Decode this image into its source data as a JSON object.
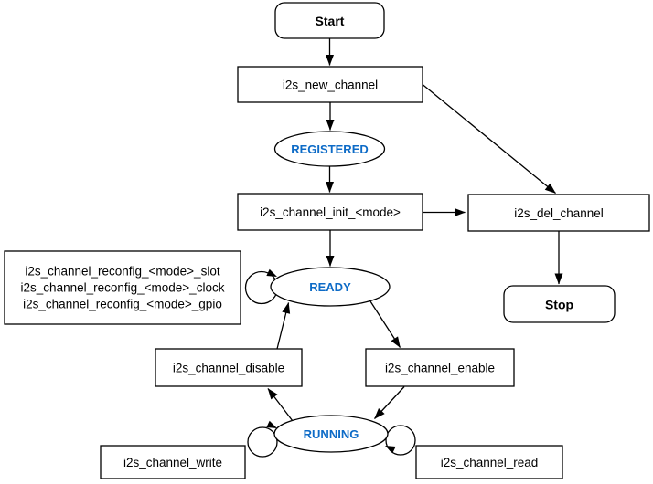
{
  "nodes": {
    "start": {
      "label": "Start",
      "shape": "rounded-rect"
    },
    "new_channel": {
      "label": "i2s_new_channel",
      "shape": "rect"
    },
    "registered": {
      "label": "REGISTERED",
      "shape": "ellipse"
    },
    "init": {
      "label": "i2s_channel_init_<mode>",
      "shape": "rect"
    },
    "del": {
      "label": "i2s_del_channel",
      "shape": "rect"
    },
    "stop": {
      "label": "Stop",
      "shape": "rounded-rect"
    },
    "ready": {
      "label": "READY",
      "shape": "ellipse"
    },
    "reconfig": {
      "lines": [
        "i2s_channel_reconfig_<mode>_slot",
        "i2s_channel_reconfig_<mode>_clock",
        "i2s_channel_reconfig_<mode>_gpio"
      ],
      "shape": "rect"
    },
    "disable": {
      "label": "i2s_channel_disable",
      "shape": "rect"
    },
    "enable": {
      "label": "i2s_channel_enable",
      "shape": "rect"
    },
    "running": {
      "label": "RUNNING",
      "shape": "ellipse"
    },
    "write": {
      "label": "i2s_channel_write",
      "shape": "rect"
    },
    "read": {
      "label": "i2s_channel_read",
      "shape": "rect"
    }
  },
  "edges": [
    {
      "from": "start",
      "to": "new_channel"
    },
    {
      "from": "new_channel",
      "to": "registered"
    },
    {
      "from": "new_channel",
      "to": "del"
    },
    {
      "from": "registered",
      "to": "init"
    },
    {
      "from": "init",
      "to": "del"
    },
    {
      "from": "init",
      "to": "ready"
    },
    {
      "from": "del",
      "to": "stop"
    },
    {
      "from": "ready",
      "to": "enable"
    },
    {
      "from": "enable",
      "to": "running"
    },
    {
      "from": "running",
      "to": "disable"
    },
    {
      "from": "disable",
      "to": "ready"
    },
    {
      "from": "ready",
      "to": "ready",
      "type": "self-loop"
    },
    {
      "from": "running",
      "to": "running",
      "type": "self-loop-left"
    },
    {
      "from": "running",
      "to": "running",
      "type": "self-loop-right"
    }
  ],
  "colors": {
    "state_text": "#0D6BC7",
    "stroke": "#000000",
    "node_fill": "#ffffff",
    "background": "#ffffff"
  }
}
